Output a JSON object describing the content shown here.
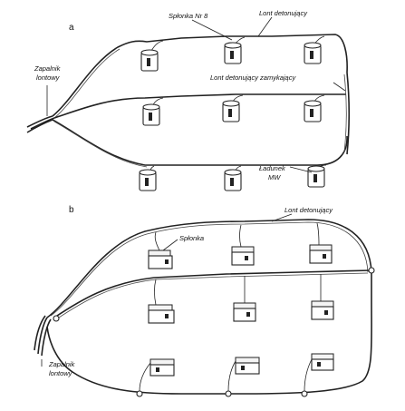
{
  "parts": [
    {
      "letter": "a",
      "labels": {
        "blasting_cap": "Spłonka Nr 8",
        "detonating_cord": "Lont detonujący",
        "closing_cord": "Lont detonujący zamykający",
        "fuse_igniter": "Zapalnik lontowy",
        "charge": "Ładunek MW"
      }
    },
    {
      "letter": "b",
      "labels": {
        "detonating_cord": "Lont detonujący",
        "blasting_cap": "Spłonka",
        "fuse_igniter": "Zapalnik lontowy"
      }
    }
  ],
  "colors": {
    "ink": "#222222",
    "paper": "#ffffff"
  }
}
